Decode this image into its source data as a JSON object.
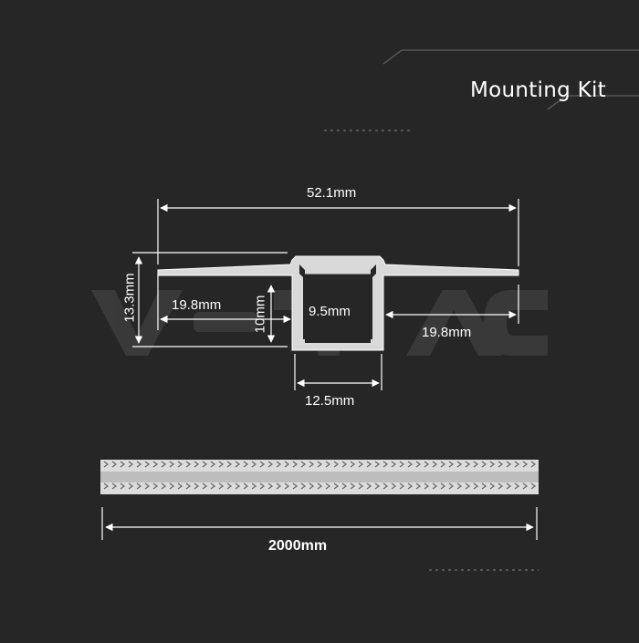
{
  "title": "Mounting Kit",
  "watermark": "V-TAC",
  "dimensions": {
    "total_width": "52.1mm",
    "height": "13.3mm",
    "left_flange": "19.8mm",
    "right_flange": "19.8mm",
    "channel_inner_width": "9.5mm",
    "channel_depth": "10mm",
    "channel_outer_width": "12.5mm",
    "length": "2000mm"
  },
  "colors": {
    "background": "#262626",
    "lines": "#ffffff",
    "profile": "#d9d9d9",
    "accent": "#6a6a6a"
  }
}
